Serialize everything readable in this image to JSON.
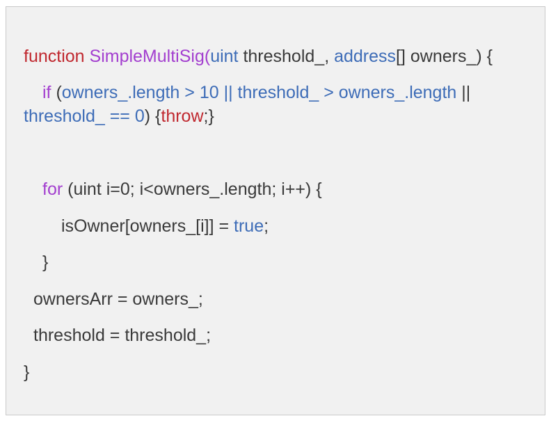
{
  "code": {
    "line1": {
      "kw_function": "function ",
      "fn_name": "SimpleMultiSig",
      "paren_open": "(",
      "t_uint": "uint",
      "p_threshold": " threshold_, ",
      "t_address": "address",
      "p_owners": "[] owners_) {"
    },
    "line2": {
      "kw_if": "if",
      "open": " (",
      "cond1": "owners_.length > 10 || threshold_ > owners_.length",
      "or": " ||"
    },
    "line3": {
      "cond2": "threshold_ == 0",
      "brace": ") {",
      "kw_throw": "throw",
      "end": ";}"
    },
    "line4": {
      "kw_for": "for",
      "loop": " (uint i=0; i<owners_.length; i++) {"
    },
    "line5": {
      "assign": "isOwner[owners_[i]] = ",
      "kw_true": "true",
      "semi": ";"
    },
    "line6": {
      "close": "}"
    },
    "line7": {
      "text": "ownersArr = owners_;"
    },
    "line8": {
      "text": "threshold = threshold_;"
    },
    "line9": {
      "close": "}"
    }
  },
  "colors": {
    "keyword_red": "#c0282f",
    "function_purple": "#a33fcf",
    "type_blue": "#3d6cb7",
    "text": "#3a3a3a",
    "background": "#f1f1f1"
  }
}
